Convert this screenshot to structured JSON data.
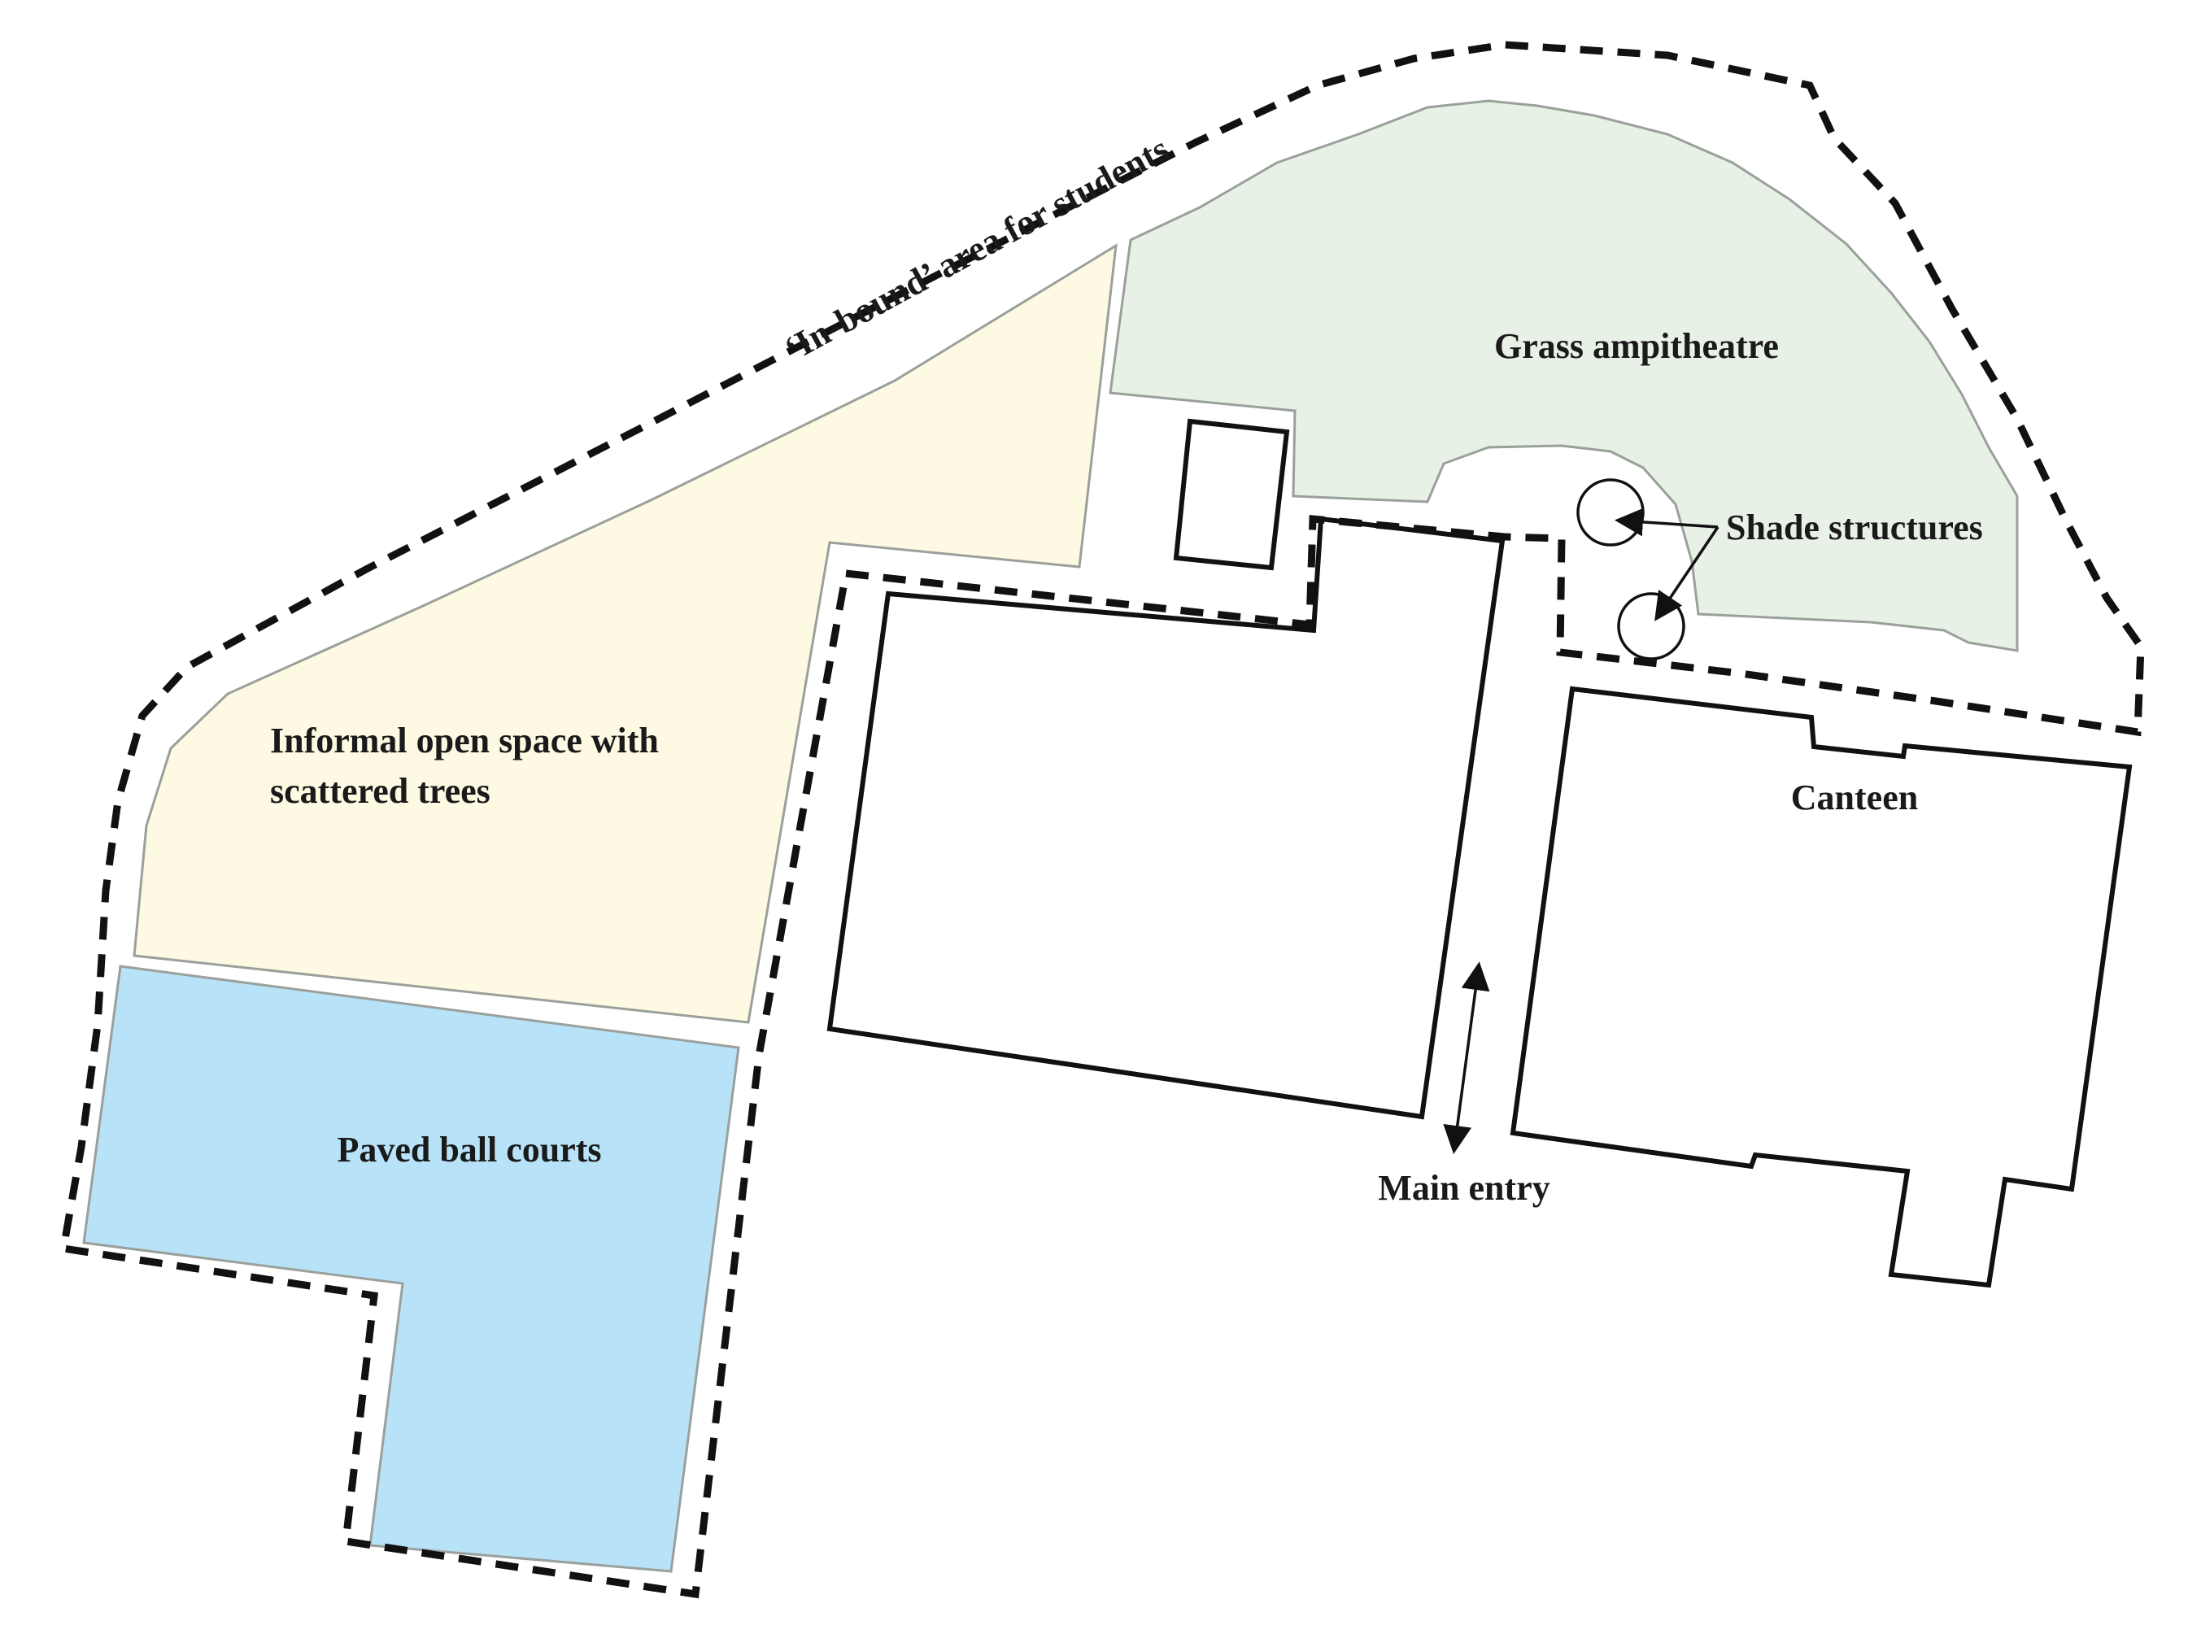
{
  "map": {
    "boundary_label": "‘In-bound’ area for students",
    "zones": {
      "grass": {
        "label": "Grass ampitheatre",
        "color": "#e8f1e6"
      },
      "open_space": {
        "label_line1": "Informal open space with",
        "label_line2": "scattered trees",
        "color": "#fdf9e3"
      },
      "courts": {
        "label": "Paved ball courts",
        "color": "#b8e2f8"
      }
    },
    "buildings": {
      "canteen": {
        "label": "Canteen"
      }
    },
    "annotations": {
      "shade": {
        "label": "Shade structures"
      },
      "entry": {
        "label": "Main entry"
      }
    }
  }
}
